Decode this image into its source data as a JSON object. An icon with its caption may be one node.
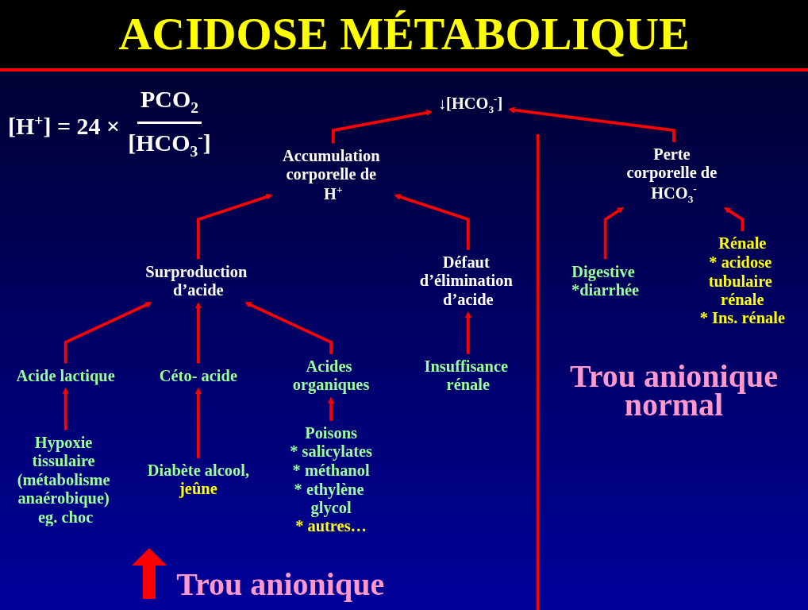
{
  "diagram": {
    "title": "ACIDOSE MÉTABOLIQUE",
    "nodes": [
      {
        "text": [
          "↓[HCO$_{3}$$^{-}$]"
        ]
      },
      {
        "text": [
          "Accumulation corporelle de H$^{+}$"
        ]
      },
      {
        "text": [
          "Surproduction d’acide"
        ]
      },
      {
        "text": [
          "Défaut d’élimination d’acide"
        ]
      },
      {
        "text": [
          "Perte corporelle de HCO$_{3}$$^{-}$"
        ]
      },
      {
        "text": [
          "Acide lactique"
        ]
      },
      {
        "text": [
          "Céto- acide"
        ]
      },
      {
        "text": [
          "Acides organiques"
        ]
      },
      {
        "text": [
          "Insuffisance rénale"
        ]
      },
      {
        "text": [
          "Hypoxie tissulaire (métabolisme anaérobique) eg. choc"
        ]
      },
      {
        "text": [
          "Diabète alcool,",
          "jeûne"
        ]
      },
      {
        "text": [
          "Poisons",
          "* salicylates",
          "* méthanol",
          "* ethylène glycol",
          "* autres…"
        ]
      },
      {
        "text": [
          "Digestive *diarrhée"
        ]
      },
      {
        "text": [
          "Rénale",
          "* acidose tubulaire rénale",
          "* Ins. rénale"
        ]
      }
    ],
    "edges": [
      {
        "from": 1,
        "to": 0,
        "arrow": "to"
      },
      {
        "from": 4,
        "to": 0,
        "arrow": "to"
      },
      {
        "from": 2,
        "to": 1,
        "arrow": "to"
      },
      {
        "from": 3,
        "to": 1,
        "arrow": "to"
      },
      {
        "from": 5,
        "to": 2,
        "arrow": "to"
      },
      {
        "from": 6,
        "to": 2,
        "arrow": "to"
      },
      {
        "from": 7,
        "to": 2,
        "arrow": "to"
      },
      {
        "from": 8,
        "to": 3,
        "arrow": "to"
      },
      {
        "from": 9,
        "to": 5,
        "arrow": "to"
      },
      {
        "from": 10,
        "to": 6,
        "arrow": "to"
      },
      {
        "from": 11,
        "to": 7,
        "arrow": "to"
      },
      {
        "from": 12,
        "to": 4,
        "arrow": "to"
      },
      {
        "from": 13,
        "to": 4,
        "arrow": "to"
      }
    ],
    "labels": [
      "[H$^{+}$] = 24 ×",
      "PCO$_{2}$",
      "[HCO$_{3}$$^{-}$]",
      "Trou anionique",
      "Trou anionique normal"
    ]
  }
}
